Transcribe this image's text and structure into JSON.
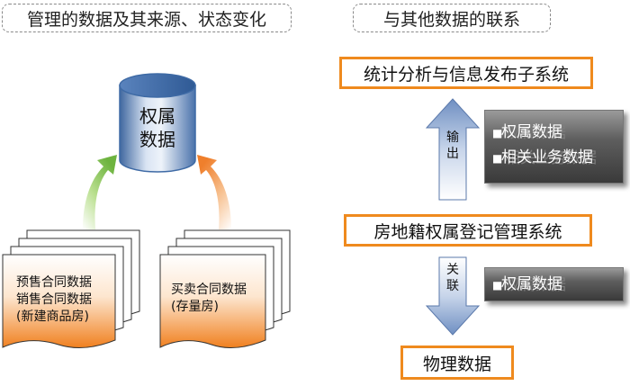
{
  "left_header": "管理的数据及其来源、状态变化",
  "right_header": "与其他数据的联系",
  "database": {
    "line1": "权属",
    "line2": "数据"
  },
  "doc_left": {
    "line1": "预售合同数据",
    "line2": "销售合同数据",
    "line3": "(新建商品房)"
  },
  "doc_right": {
    "line1": "买卖合同数据",
    "line2": "(存量房)"
  },
  "top_system": "统计分析与信息发布子系统",
  "mid_system": "房地籍权属登记管理系统",
  "bottom_box": "物理数据",
  "up_arrow_label": "输出",
  "down_arrow_label": "关联",
  "top_gray_items": [
    "权属数据",
    "相关业务数据"
  ],
  "bottom_gray_items": [
    "权属数据"
  ],
  "colors": {
    "orange_border": "#ef8a1e",
    "green_arrow": "#7ac143",
    "orange_arrow": "#f08a3a",
    "blue_arrow": "#6f8fc2",
    "cylinder_blue": "#4f7bb8"
  }
}
